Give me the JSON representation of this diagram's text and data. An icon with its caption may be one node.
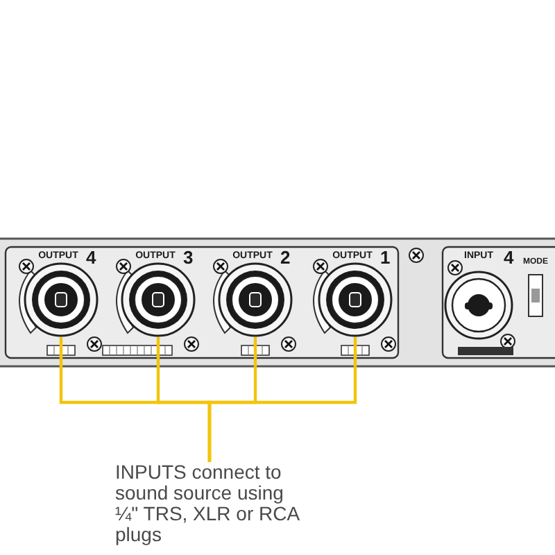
{
  "diagram": {
    "nodes": [
      {
        "text": [],
        "shape": "circle",
        "beside": [
          "OUTPUT",
          "4"
        ]
      },
      {
        "text": [],
        "shape": "circle",
        "beside": [
          "OUTPUT",
          "3"
        ]
      },
      {
        "text": [],
        "shape": "circle",
        "beside": [
          "OUTPUT",
          "2"
        ]
      },
      {
        "text": [],
        "shape": "circle",
        "beside": [
          "OUTPUT",
          "1"
        ]
      },
      {
        "text": [
          "INPUTS connect to sound source using ¼\" TRS, XLR or RCA plugs"
        ]
      }
    ],
    "edges": [
      {
        "from": 4,
        "to": 0,
        "arrow": "none"
      },
      {
        "from": 4,
        "to": 1,
        "arrow": "none"
      },
      {
        "from": 4,
        "to": 2,
        "arrow": "none"
      },
      {
        "from": 4,
        "to": 3,
        "arrow": "none"
      }
    ],
    "labels": [
      "INPUT",
      "4",
      "MODE"
    ]
  }
}
